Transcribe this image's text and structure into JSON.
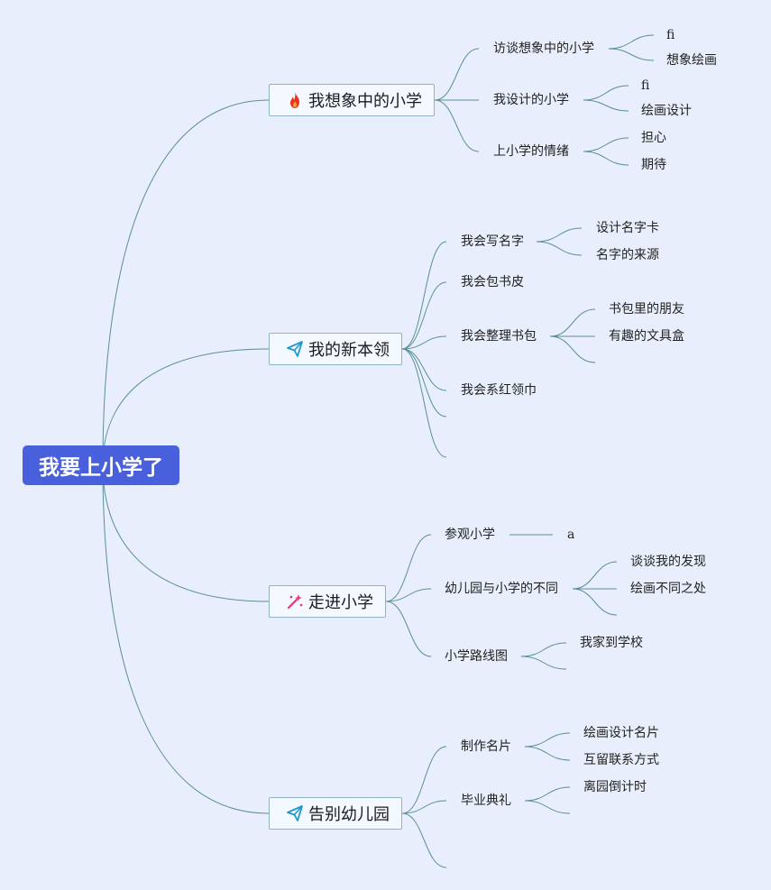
{
  "root": {
    "label": "我要上小学了"
  },
  "colors": {
    "root_bg": "#4960dd",
    "line": "#5a8f98",
    "fire": "#e8341c",
    "plane": "#1f96cf",
    "sparkle": "#e2357a"
  },
  "branches": [
    {
      "label": "我想象中的小学",
      "icon": "fire-icon",
      "children": [
        {
          "label": "访谈想象中的小学",
          "children": [
            "fi",
            "想象绘画"
          ]
        },
        {
          "label": "我设计的小学",
          "children": [
            "fi",
            "绘画设计"
          ]
        },
        {
          "label": "上小学的情绪",
          "children": [
            "担心",
            "期待"
          ]
        }
      ]
    },
    {
      "label": "我的新本领",
      "icon": "paper-plane-icon",
      "children": [
        {
          "label": "我会写名字",
          "children": [
            "设计名字卡",
            "名字的来源"
          ]
        },
        {
          "label": "我会包书皮",
          "children": []
        },
        {
          "label": "我会整理书包",
          "children": [
            "书包里的朋友",
            "有趣的文具盒",
            ""
          ]
        },
        {
          "label": "我会系红领巾",
          "children": []
        },
        {
          "label": "",
          "children": []
        },
        {
          "label": "",
          "children": []
        }
      ]
    },
    {
      "label": "走进小学",
      "icon": "magic-wand-icon",
      "children": [
        {
          "label": "参观小学",
          "children": [
            "a"
          ]
        },
        {
          "label": "幼儿园与小学的不同",
          "children": [
            "谈谈我的发现",
            "绘画不同之处",
            ""
          ]
        },
        {
          "label": "小学路线图",
          "children": [
            "我家到学校",
            ""
          ]
        }
      ]
    },
    {
      "label": "告别幼儿园",
      "icon": "paper-plane-icon",
      "children": [
        {
          "label": "制作名片",
          "children": [
            "绘画设计名片",
            "互留联系方式"
          ]
        },
        {
          "label": "毕业典礼",
          "children": [
            "离园倒计时",
            ""
          ]
        },
        {
          "label": "",
          "children": []
        }
      ]
    }
  ]
}
